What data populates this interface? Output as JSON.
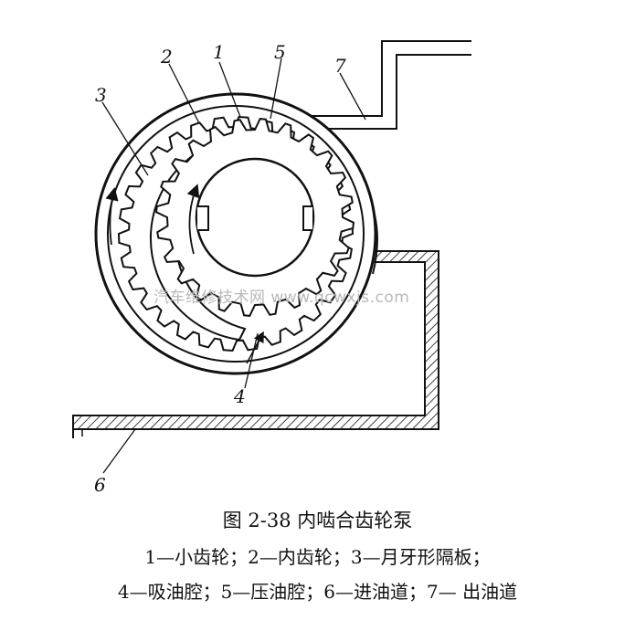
{
  "figure": {
    "labels": [
      "1",
      "2",
      "3",
      "4",
      "5",
      "6",
      "7"
    ],
    "caption_title": "图 2-38  内啮合齿轮泵",
    "caption_line1": "1—小齿轮；2—内齿轮；3—月牙形隔板；",
    "caption_line2": "4—吸油腔；5—压油腔；6—进油道；7— 出油道",
    "watermark": "汽车维修技术网 www.qcwxjs.com"
  }
}
